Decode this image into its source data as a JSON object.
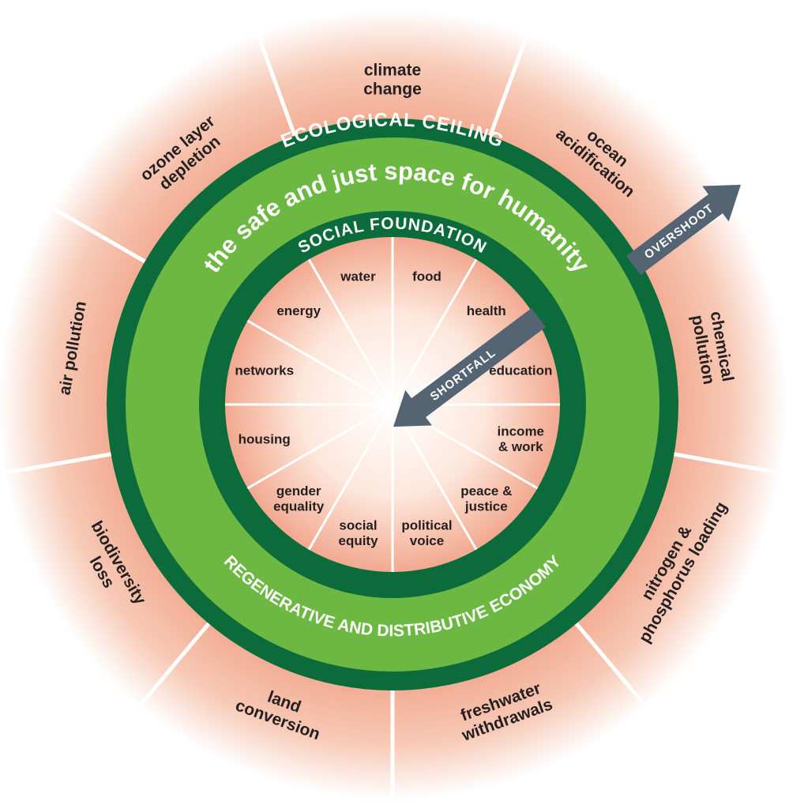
{
  "colors": {
    "dark_green": "#0b6b3a",
    "light_green": "#6cb843",
    "overshoot_pink": "#f2a98f",
    "arrow_slate": "#546472",
    "label_dark": "#231f20"
  },
  "rings": {
    "ecological_ceiling": "ECOLOGICAL CEILING",
    "safe_space": "the safe and just space for humanity",
    "social_foundation": "SOCIAL FOUNDATION",
    "economy": "REGENERATIVE AND DISTRIBUTIVE ECONOMY"
  },
  "arrows": {
    "overshoot": "OVERSHOOT",
    "shortfall": "SHORTFALL"
  },
  "ecological_ceiling": [
    {
      "id": "climate-change",
      "lines": [
        "climate",
        "change"
      ]
    },
    {
      "id": "ocean-acidification",
      "lines": [
        "ocean",
        "acidification"
      ]
    },
    {
      "id": "chemical-pollution",
      "lines": [
        "chemical",
        "pollution"
      ]
    },
    {
      "id": "nitrogen-phosphorus",
      "lines": [
        "nitrogen &",
        "phosphorus loading"
      ]
    },
    {
      "id": "freshwater-withdrawals",
      "lines": [
        "freshwater",
        "withdrawals"
      ]
    },
    {
      "id": "land-conversion",
      "lines": [
        "land",
        "conversion"
      ]
    },
    {
      "id": "biodiversity-loss",
      "lines": [
        "biodiversity",
        "loss"
      ]
    },
    {
      "id": "air-pollution",
      "lines": [
        "air pollution"
      ]
    },
    {
      "id": "ozone-depletion",
      "lines": [
        "ozone layer",
        "depletion"
      ]
    }
  ],
  "social_foundation": [
    {
      "id": "food",
      "lines": [
        "food"
      ]
    },
    {
      "id": "health",
      "lines": [
        "health"
      ]
    },
    {
      "id": "education",
      "lines": [
        "education"
      ]
    },
    {
      "id": "income-work",
      "lines": [
        "income",
        "& work"
      ]
    },
    {
      "id": "peace-justice",
      "lines": [
        "peace &",
        "justice"
      ]
    },
    {
      "id": "political-voice",
      "lines": [
        "political",
        "voice"
      ]
    },
    {
      "id": "social-equity",
      "lines": [
        "social",
        "equity"
      ]
    },
    {
      "id": "gender-equality",
      "lines": [
        "gender",
        "equality"
      ]
    },
    {
      "id": "housing",
      "lines": [
        "housing"
      ]
    },
    {
      "id": "networks",
      "lines": [
        "networks"
      ]
    },
    {
      "id": "energy",
      "lines": [
        "energy"
      ]
    },
    {
      "id": "water",
      "lines": [
        "water"
      ]
    }
  ]
}
